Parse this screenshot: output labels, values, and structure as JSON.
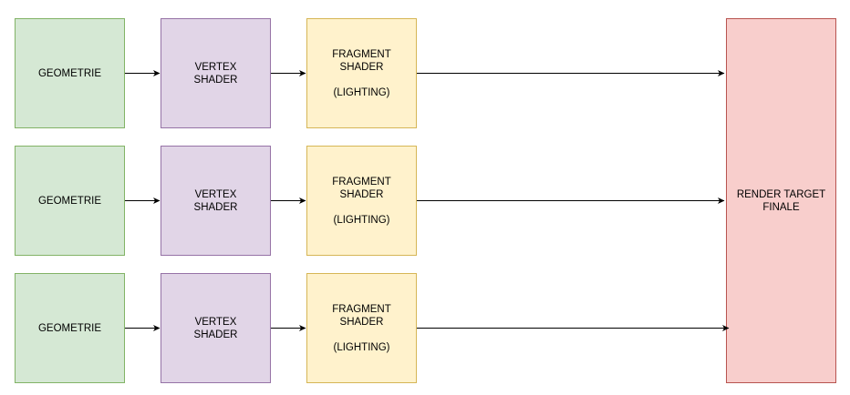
{
  "pipelines": [
    {
      "geometry": "GEOMETRIE",
      "vertex": "VERTEX\nSHADER",
      "fragment": "FRAGMENT\nSHADER\n\n(LIGHTING)"
    },
    {
      "geometry": "GEOMETRIE",
      "vertex": "VERTEX\nSHADER",
      "fragment": "FRAGMENT\nSHADER\n\n(LIGHTING)"
    },
    {
      "geometry": "GEOMETRIE",
      "vertex": "VERTEX\nSHADER",
      "fragment": "FRAGMENT\nSHADER\n\n(LIGHTING)"
    }
  ],
  "render_target": "RENDER TARGET\nFINALE",
  "colors": {
    "geometry_fill": "#d5e8d4",
    "vertex_fill": "#e1d5e7",
    "fragment_fill": "#fff2cc",
    "render_target_fill": "#f8cecc"
  }
}
